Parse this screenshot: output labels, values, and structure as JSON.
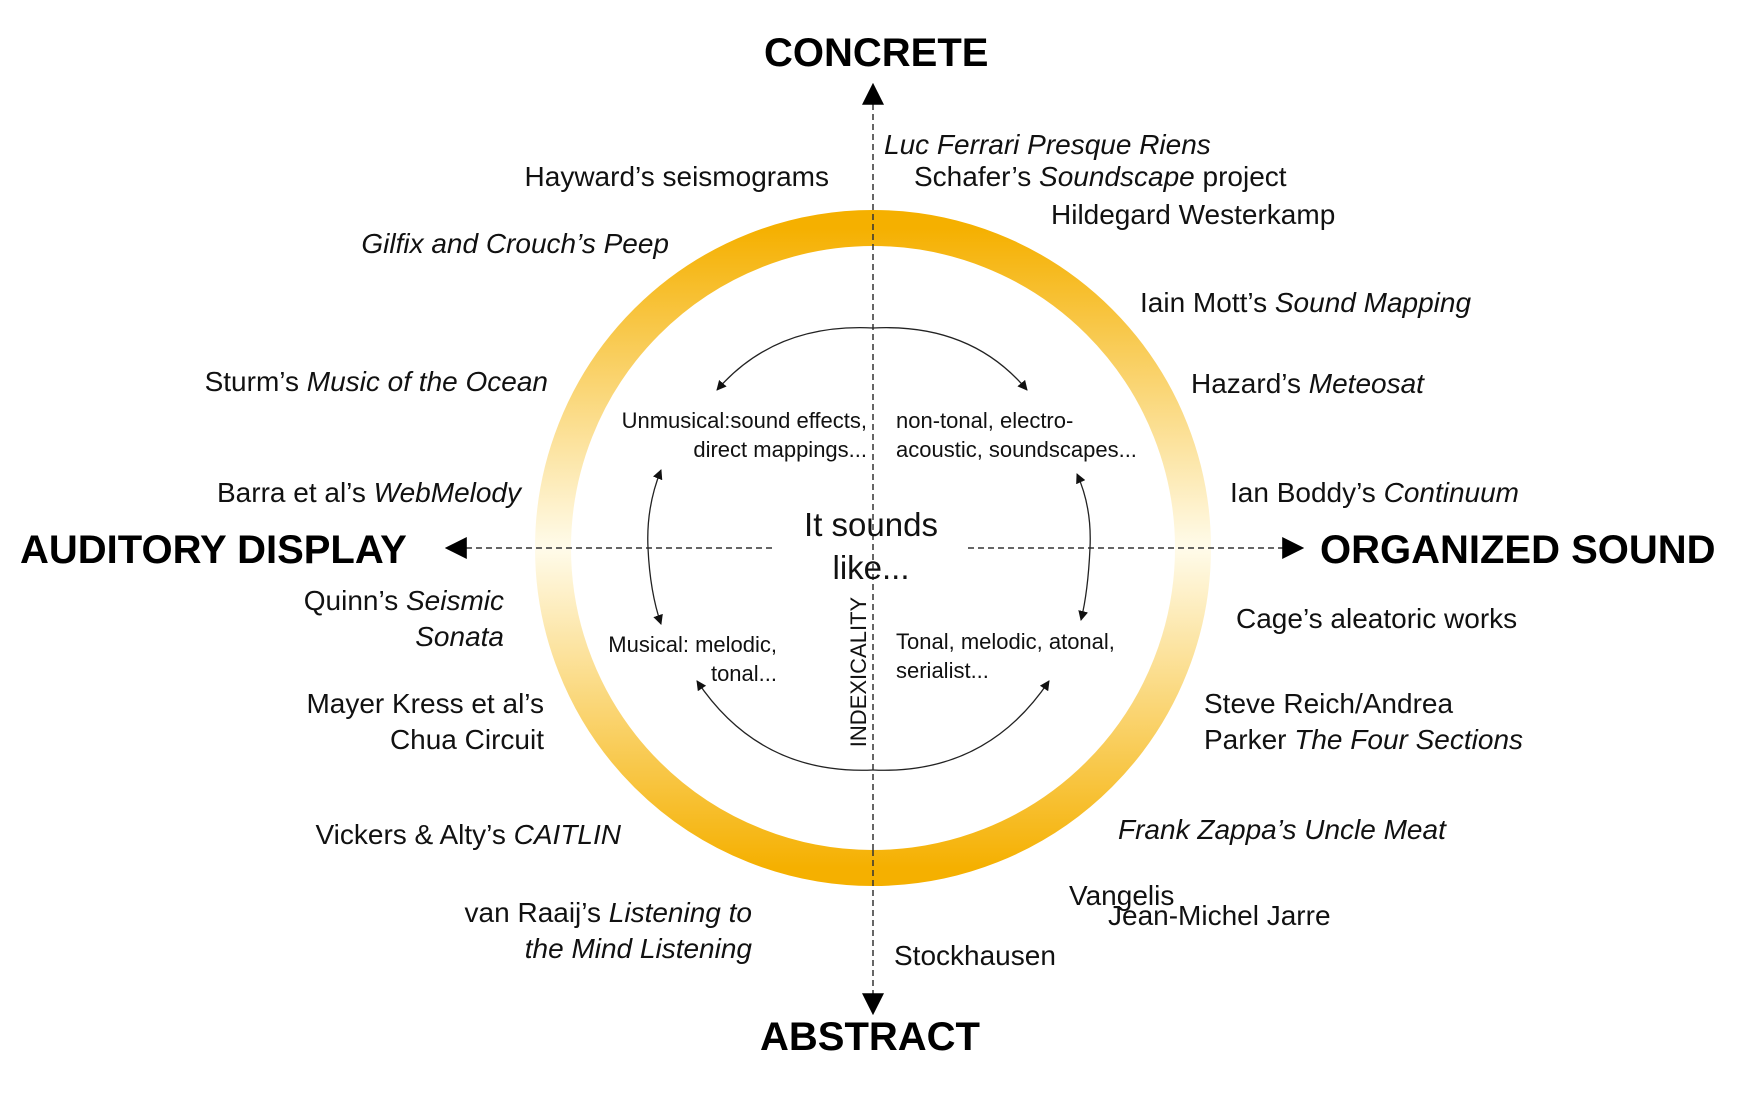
{
  "axes": {
    "top": "CONCRETE",
    "bottom": "ABSTRACT",
    "left": "AUDITORY DISPLAY",
    "right": "ORGANIZED SOUND",
    "vertical_label": "INDEXICALITY"
  },
  "center": {
    "line1": "It sounds",
    "line2": "like..."
  },
  "quadrants": {
    "top_left": [
      "Unmusical:sound effects,",
      "direct mappings..."
    ],
    "top_right": [
      "non-tonal, electro-",
      "acoustic, soundscapes..."
    ],
    "bottom_left": [
      "Musical: melodic,",
      "tonal..."
    ],
    "bottom_right": [
      "Tonal, melodic, atonal,",
      "serialist..."
    ]
  },
  "works": {
    "luc_ferrari": "Luc Ferrari Presque Riens",
    "hayward": "Hayward’s seismograms",
    "schafer": {
      "a": "Schafer’s ",
      "b": "Soundscape",
      "c": " project"
    },
    "westerkamp": "Hildegard Westerkamp",
    "gilfix": "Gilfix and Crouch’s Peep",
    "mott": {
      "a": "Iain Mott’s ",
      "b": "Sound Mapping"
    },
    "sturm": {
      "a": "Sturm’s ",
      "b": "Music of the Ocean"
    },
    "hazard": {
      "a": "Hazard’s ",
      "b": "Meteosat"
    },
    "barra": {
      "a": "Barra et al’s ",
      "b": "WebMelody"
    },
    "boddy": {
      "a": "Ian Boddy’s ",
      "b": "Continuum"
    },
    "quinn": {
      "a": "Quinn’s ",
      "b": "Seismic",
      "c": "Sonata"
    },
    "cage": "Cage’s aleatoric works",
    "mayer": {
      "line1": "Mayer Kress et al’s",
      "line2": "Chua Circuit"
    },
    "reich": {
      "line1": "Steve Reich/Andrea",
      "a": "Parker ",
      "b": "The Four Sections"
    },
    "vickers": {
      "a": "Vickers & Alty’s ",
      "b": "CAITLIN"
    },
    "zappa": "Frank Zappa’s Uncle Meat",
    "vanraaij": {
      "a": "van Raaij’s ",
      "b": "Listening to",
      "c": "the Mind Listening"
    },
    "vangelis": "Vangelis",
    "jarre": "Jean-Michel Jarre",
    "stockhausen": "Stockhausen"
  },
  "colors": {
    "ring_strong": "#f5b000",
    "ring_pale": "#fffbea",
    "line": "#222222"
  }
}
